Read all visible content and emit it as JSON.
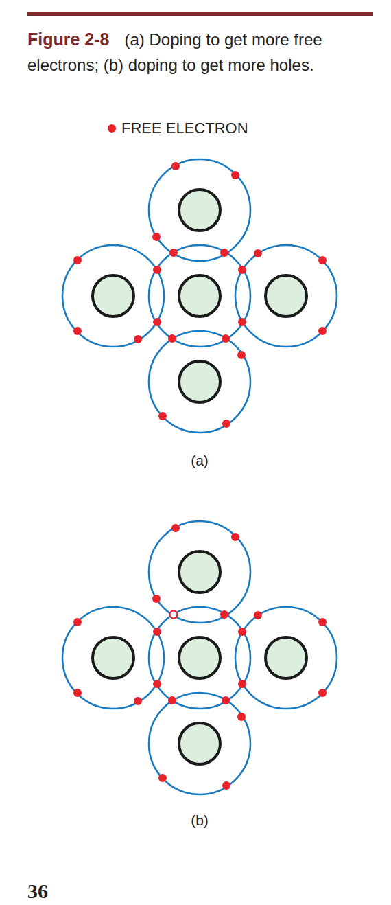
{
  "diagram": {
    "title": "Figure 2-8",
    "caption": "(a) Doping to get more free electrons; (b) doping to get more holes.",
    "labels": [
      "(a)",
      "(b)",
      "36"
    ],
    "legend": [
      {
        "text": "FREE ELECTRON",
        "color": "#e8212b"
      }
    ]
  }
}
